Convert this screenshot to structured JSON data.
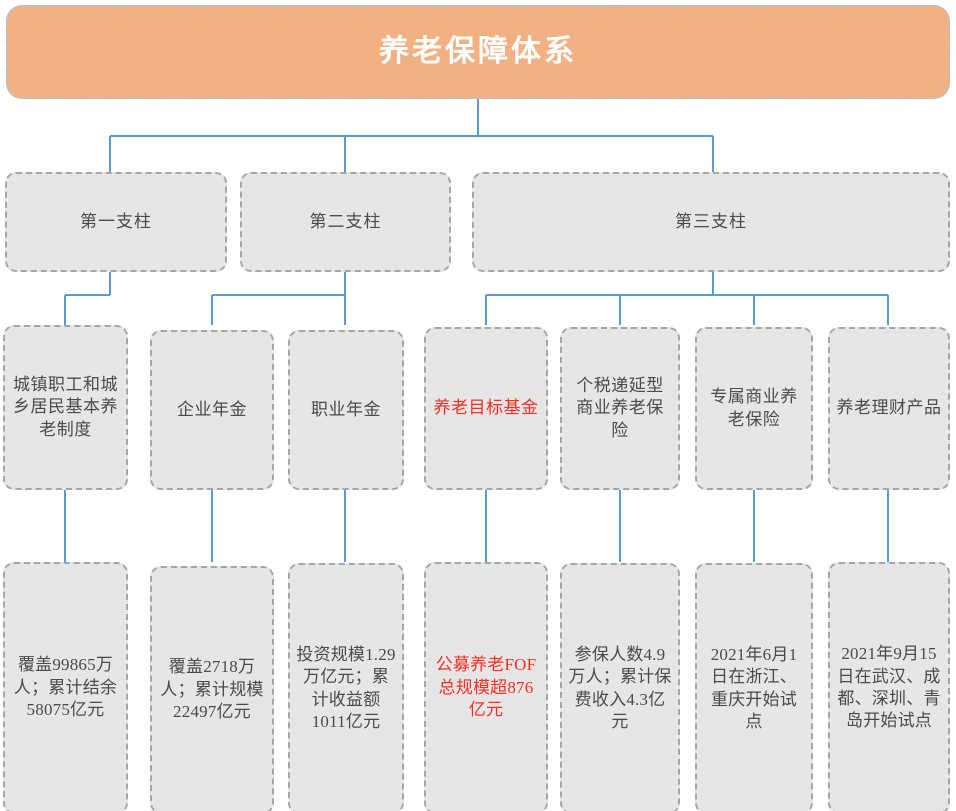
{
  "colors": {
    "title_fill": "#f2b183",
    "title_text": "#ffffff",
    "node_fill": "#e7e6e6",
    "node_border": "#a6a6a6",
    "node_text": "#4a4a4a",
    "highlight_text": "#ff2d1f",
    "connector": "#5b9bd5"
  },
  "title": {
    "label": "养老保障体系"
  },
  "pillars": [
    {
      "id": "pillar-1",
      "label": "第一支柱"
    },
    {
      "id": "pillar-2",
      "label": "第二支柱"
    },
    {
      "id": "pillar-3",
      "label": "第三支柱"
    }
  ],
  "categories": [
    {
      "id": "category-1",
      "label": "城镇职工和城乡居民基本养老制度",
      "pillar": "第一支柱",
      "highlight": false
    },
    {
      "id": "category-2",
      "label": "企业年金",
      "pillar": "第二支柱",
      "highlight": false
    },
    {
      "id": "category-3",
      "label": "职业年金",
      "pillar": "第二支柱",
      "highlight": false
    },
    {
      "id": "category-4",
      "label": "养老目标基金",
      "pillar": "第三支柱",
      "highlight": true
    },
    {
      "id": "category-5",
      "label": "个税递延型商业养老保险",
      "pillar": "第三支柱",
      "highlight": false
    },
    {
      "id": "category-6",
      "label": "专属商业养老保险",
      "pillar": "第三支柱",
      "highlight": false
    },
    {
      "id": "category-7",
      "label": "养老理财产品",
      "pillar": "第三支柱",
      "highlight": false
    }
  ],
  "details": [
    {
      "id": "detail-1",
      "label": "覆盖99865万人；累计结余58075亿元",
      "highlight": false
    },
    {
      "id": "detail-2",
      "label": "覆盖2718万人；累计规模22497亿元",
      "highlight": false
    },
    {
      "id": "detail-3",
      "label": "投资规模1.29万亿元；累计收益额1011亿元",
      "highlight": false
    },
    {
      "id": "detail-4",
      "label": "公募养老FOF总规模超876亿元",
      "highlight": true
    },
    {
      "id": "detail-5",
      "label": "参保人数4.9万人；累计保费收入4.3亿元",
      "highlight": false
    },
    {
      "id": "detail-6",
      "label": "2021年6月1日在浙江、重庆开始试点",
      "highlight": false
    },
    {
      "id": "detail-7",
      "label": "2021年9月15日在武汉、成都、深圳、青岛开始试点",
      "highlight": false
    }
  ]
}
